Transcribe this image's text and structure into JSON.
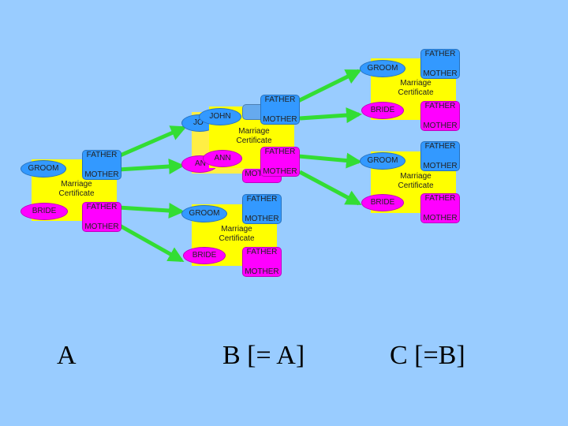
{
  "roles": {
    "groom": "GROOM",
    "bride": "BRIDE",
    "father": "FATHER",
    "mother": "MOTHER",
    "cert_line1": "Marriage",
    "cert_line2": "Certificate"
  },
  "names": {
    "john": "JOHN",
    "ann": "ANN",
    "john_clipped": "JO",
    "ann_clipped": "AN"
  },
  "labels": {
    "a": "A",
    "b": "B [= A]",
    "c": "C [=B]"
  },
  "colors": {
    "background": "#99ccff",
    "certificate": "#ffff00",
    "groom": "#3399ff",
    "bride": "#ff00ff",
    "arrow": "#33dd33"
  }
}
